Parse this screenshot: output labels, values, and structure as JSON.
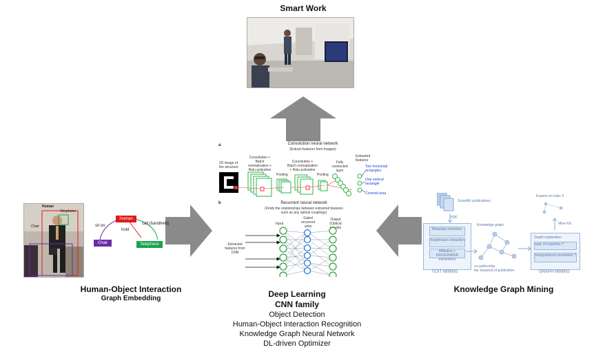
{
  "top": {
    "title": "Smart Work"
  },
  "center": {
    "a_label": "a",
    "b_label": "b",
    "cnn_title": "Convolution neural network",
    "cnn_subtitle": "(Extract features from images)",
    "stage_2d": "2D image of the structure",
    "stage_conv1": "Convolution + Batch normalization + Relu activation",
    "stage_pool1": "Pooling",
    "stage_conv2": "Convolution + Batch normalization + Relu activation",
    "stage_pool2": "Pooling",
    "stage_fc": "Fully connected layer",
    "stage_features": "Extracted features",
    "feat1": "Two horizontal rectangles",
    "feat2": "One vertical rectangle",
    "feat3": "Covered area",
    "rnn_title": "Recurrent neural network",
    "rnn_subtitle1": "(Finds the relationships between extracted features",
    "rnn_subtitle2": "such as any optical couplings)",
    "rnn_input": "Input",
    "rnn_gated": "Gated recurrent units",
    "rnn_output": "Output (Optical results)",
    "rnn_extracted": "Extracted features from CNN",
    "heading1": "Deep Learning",
    "heading2": "CNN family",
    "items": [
      "Object Detection",
      "Human-Object Interaction Recognition",
      "Knowledge Graph Neural Network",
      "DL-driven Optimizer"
    ]
  },
  "left": {
    "title": "Human-Object Interaction",
    "subtitle": "Graph Embedding",
    "photo_labels": {
      "human": "Human",
      "telephone": "Telephone",
      "chair": "Chair"
    },
    "graph": {
      "human": "Human",
      "chair": "Chair",
      "telephone": "Telephone",
      "sit_on": "sit on",
      "hold": "hold",
      "call": "call (handheld)"
    }
  },
  "right": {
    "title": "Knowledge Graph Mining",
    "sci_pub": "Scientific publications",
    "pdf": "PDF",
    "metadata": "Metadata extraction",
    "keyphrases": "Keyphrases extraction",
    "affiliation": "Affiliation + PERSON/PER extractions",
    "text_mining": "TEXT MINING",
    "knowledge_graph": "Knowledge graph",
    "graph_mining": "GRAPH MINING",
    "graph_exploration": "Graph exploration",
    "topic_expertise": "topic of expertise ?",
    "geo_constraints": "Geographical constraints ?",
    "experts": "Experts on topic X",
    "mine_kg": "Mine KG",
    "co_authorship": "co-authorship",
    "kw_pub": "kw: keyword of publication"
  },
  "colors": {
    "arrow": "#8a8a8a",
    "cnn_green": "#2db34a",
    "rnn_green": "#2e9e3e",
    "rnn_blue": "#1f6fd6",
    "human_red": "#e01b1b",
    "telephone_green": "#19a34a",
    "chair_purple": "#6b2aa8",
    "kg_blue": "#9db6d9"
  }
}
